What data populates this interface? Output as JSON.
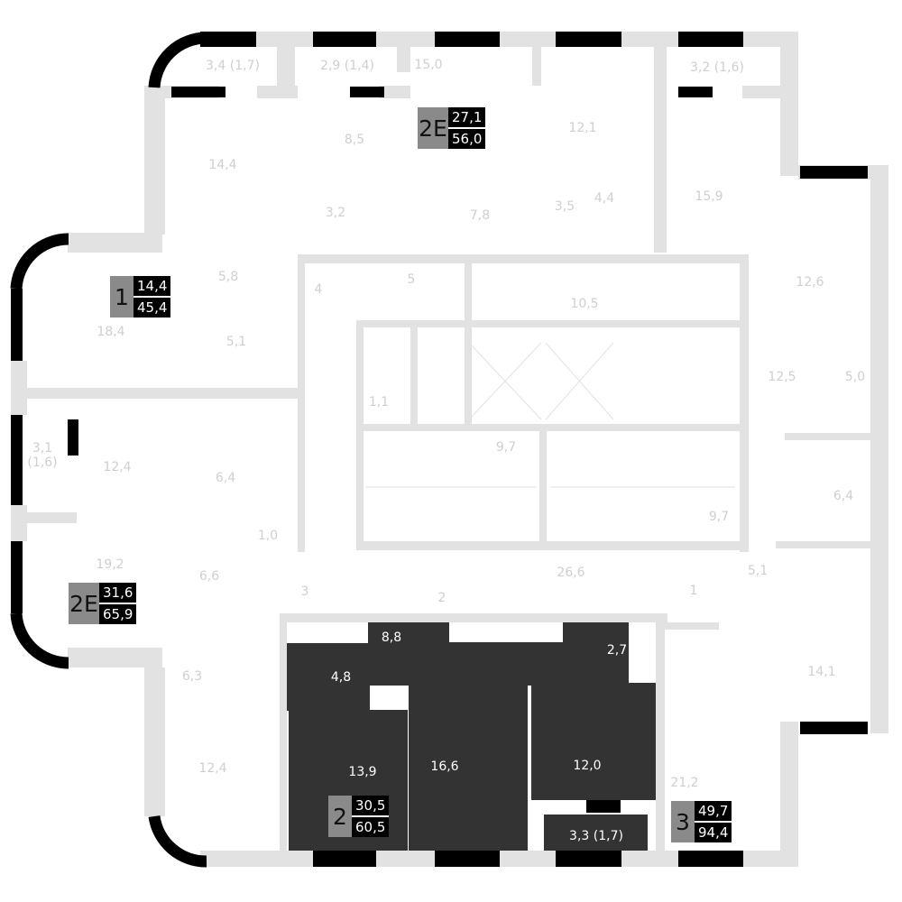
{
  "colors": {
    "wall": "#e2e2e2",
    "window": "#000000",
    "selected_apartment": "#333333",
    "label": "#cfcfcf",
    "badge_type": "#8a8a8a"
  },
  "rooms": [
    {
      "area": "3,4 (1,7)"
    },
    {
      "area": "2,9 (1,4)"
    },
    {
      "area": "15,0"
    },
    {
      "area": "8,5"
    },
    {
      "area": "14,4"
    },
    {
      "area": "12,1"
    },
    {
      "area": "3,2 (1,6)"
    },
    {
      "area": "3,2"
    },
    {
      "area": "7,8"
    },
    {
      "area": "3,5"
    },
    {
      "area": "4,4"
    },
    {
      "area": "15,9"
    },
    {
      "area": "5,8"
    },
    {
      "area": "4"
    },
    {
      "area": "5"
    },
    {
      "area": "10,5"
    },
    {
      "area": "12,6"
    },
    {
      "area": "18,4"
    },
    {
      "area": "5,1"
    },
    {
      "area": "12,5"
    },
    {
      "area": "5,0"
    },
    {
      "area": "1,1"
    },
    {
      "area": "9,7"
    },
    {
      "area": "3,1 (1,6)"
    },
    {
      "area": "12,4"
    },
    {
      "area": "6,4"
    },
    {
      "area": "9,7"
    },
    {
      "area": "6,4"
    },
    {
      "area": "1,0"
    },
    {
      "area": "19,2"
    },
    {
      "area": "26,6"
    },
    {
      "area": "6,6"
    },
    {
      "area": "3"
    },
    {
      "area": "2"
    },
    {
      "area": "1"
    },
    {
      "area": "5,1"
    },
    {
      "area": "6,3"
    },
    {
      "area": "14,1"
    },
    {
      "area": "12,4"
    },
    {
      "area": "21,2"
    }
  ],
  "selected_rooms": [
    {
      "area": "8,8"
    },
    {
      "area": "4,8"
    },
    {
      "area": "2,7"
    },
    {
      "area": "13,9"
    },
    {
      "area": "16,6"
    },
    {
      "area": "12,0"
    },
    {
      "area": "3,3 (1,7)"
    }
  ],
  "apartments": [
    {
      "type": "1",
      "living": "14,4",
      "total": "45,4"
    },
    {
      "type": "2E",
      "living": "27,1",
      "total": "56,0"
    },
    {
      "type": "2E",
      "living": "31,6",
      "total": "65,9"
    },
    {
      "type": "2",
      "living": "30,5",
      "total": "60,5"
    },
    {
      "type": "3",
      "living": "49,7",
      "total": "94,4"
    }
  ]
}
